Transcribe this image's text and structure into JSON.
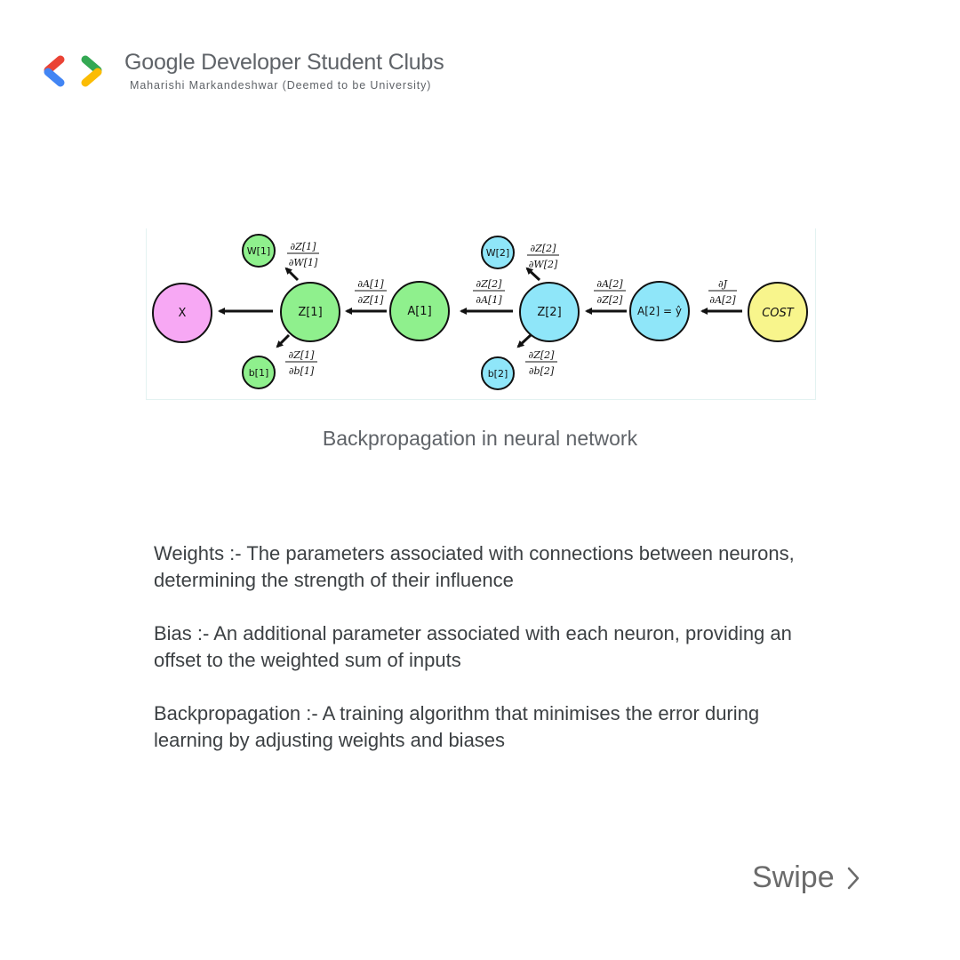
{
  "header": {
    "title": "Google Developer Student Clubs",
    "subtitle": "Maharishi Markandeshwar (Deemed to be University)",
    "logo_icon": "gdsc-chevrons-logo",
    "logo_colors": [
      "#ea4335",
      "#4285f4",
      "#34a853",
      "#fbbc04"
    ]
  },
  "diagram": {
    "nodes": {
      "x": "X",
      "z1": "Z[1]",
      "w1": "W[1]",
      "b1": "b[1]",
      "a1": "A[1]",
      "z2": "Z[2]",
      "w2": "W[2]",
      "b2": "b[2]",
      "a2": "A[2] = ŷ",
      "cost": "COST"
    },
    "gradients": {
      "dJ_dA2": {
        "num": "∂J",
        "den": "∂A[2]"
      },
      "dA2_dZ2": {
        "num": "∂A[2]",
        "den": "∂Z[2]"
      },
      "dZ2_dA1": {
        "num": "∂Z[2]",
        "den": "∂A[1]"
      },
      "dZ2_dW2": {
        "num": "∂Z[2]",
        "den": "∂W[2]"
      },
      "dZ2_db2": {
        "num": "∂Z[2]",
        "den": "∂b[2]"
      },
      "dA1_dZ1": {
        "num": "∂A[1]",
        "den": "∂Z[1]"
      },
      "dZ1_dW1": {
        "num": "∂Z[1]",
        "den": "∂W[1]"
      },
      "dZ1_db1": {
        "num": "∂Z[1]",
        "den": "∂b[1]"
      }
    },
    "colors": {
      "input": "#f7a8f4",
      "layer1": "#8ff08d",
      "layer2": "#8fe6f9",
      "cost": "#f8f58c"
    }
  },
  "caption": "Backpropagation in neural network",
  "definitions": [
    "Weights :- The parameters associated with connections between neurons, determining the strength of their influence",
    "Bias :- An additional parameter associated with each neuron, providing an offset to the weighted sum of inputs",
    "Backpropagation :- A training algorithm that minimises the error during learning by adjusting weights and biases"
  ],
  "footer": {
    "swipe_label": "Swipe",
    "swipe_icon": "chevron-right-icon"
  }
}
